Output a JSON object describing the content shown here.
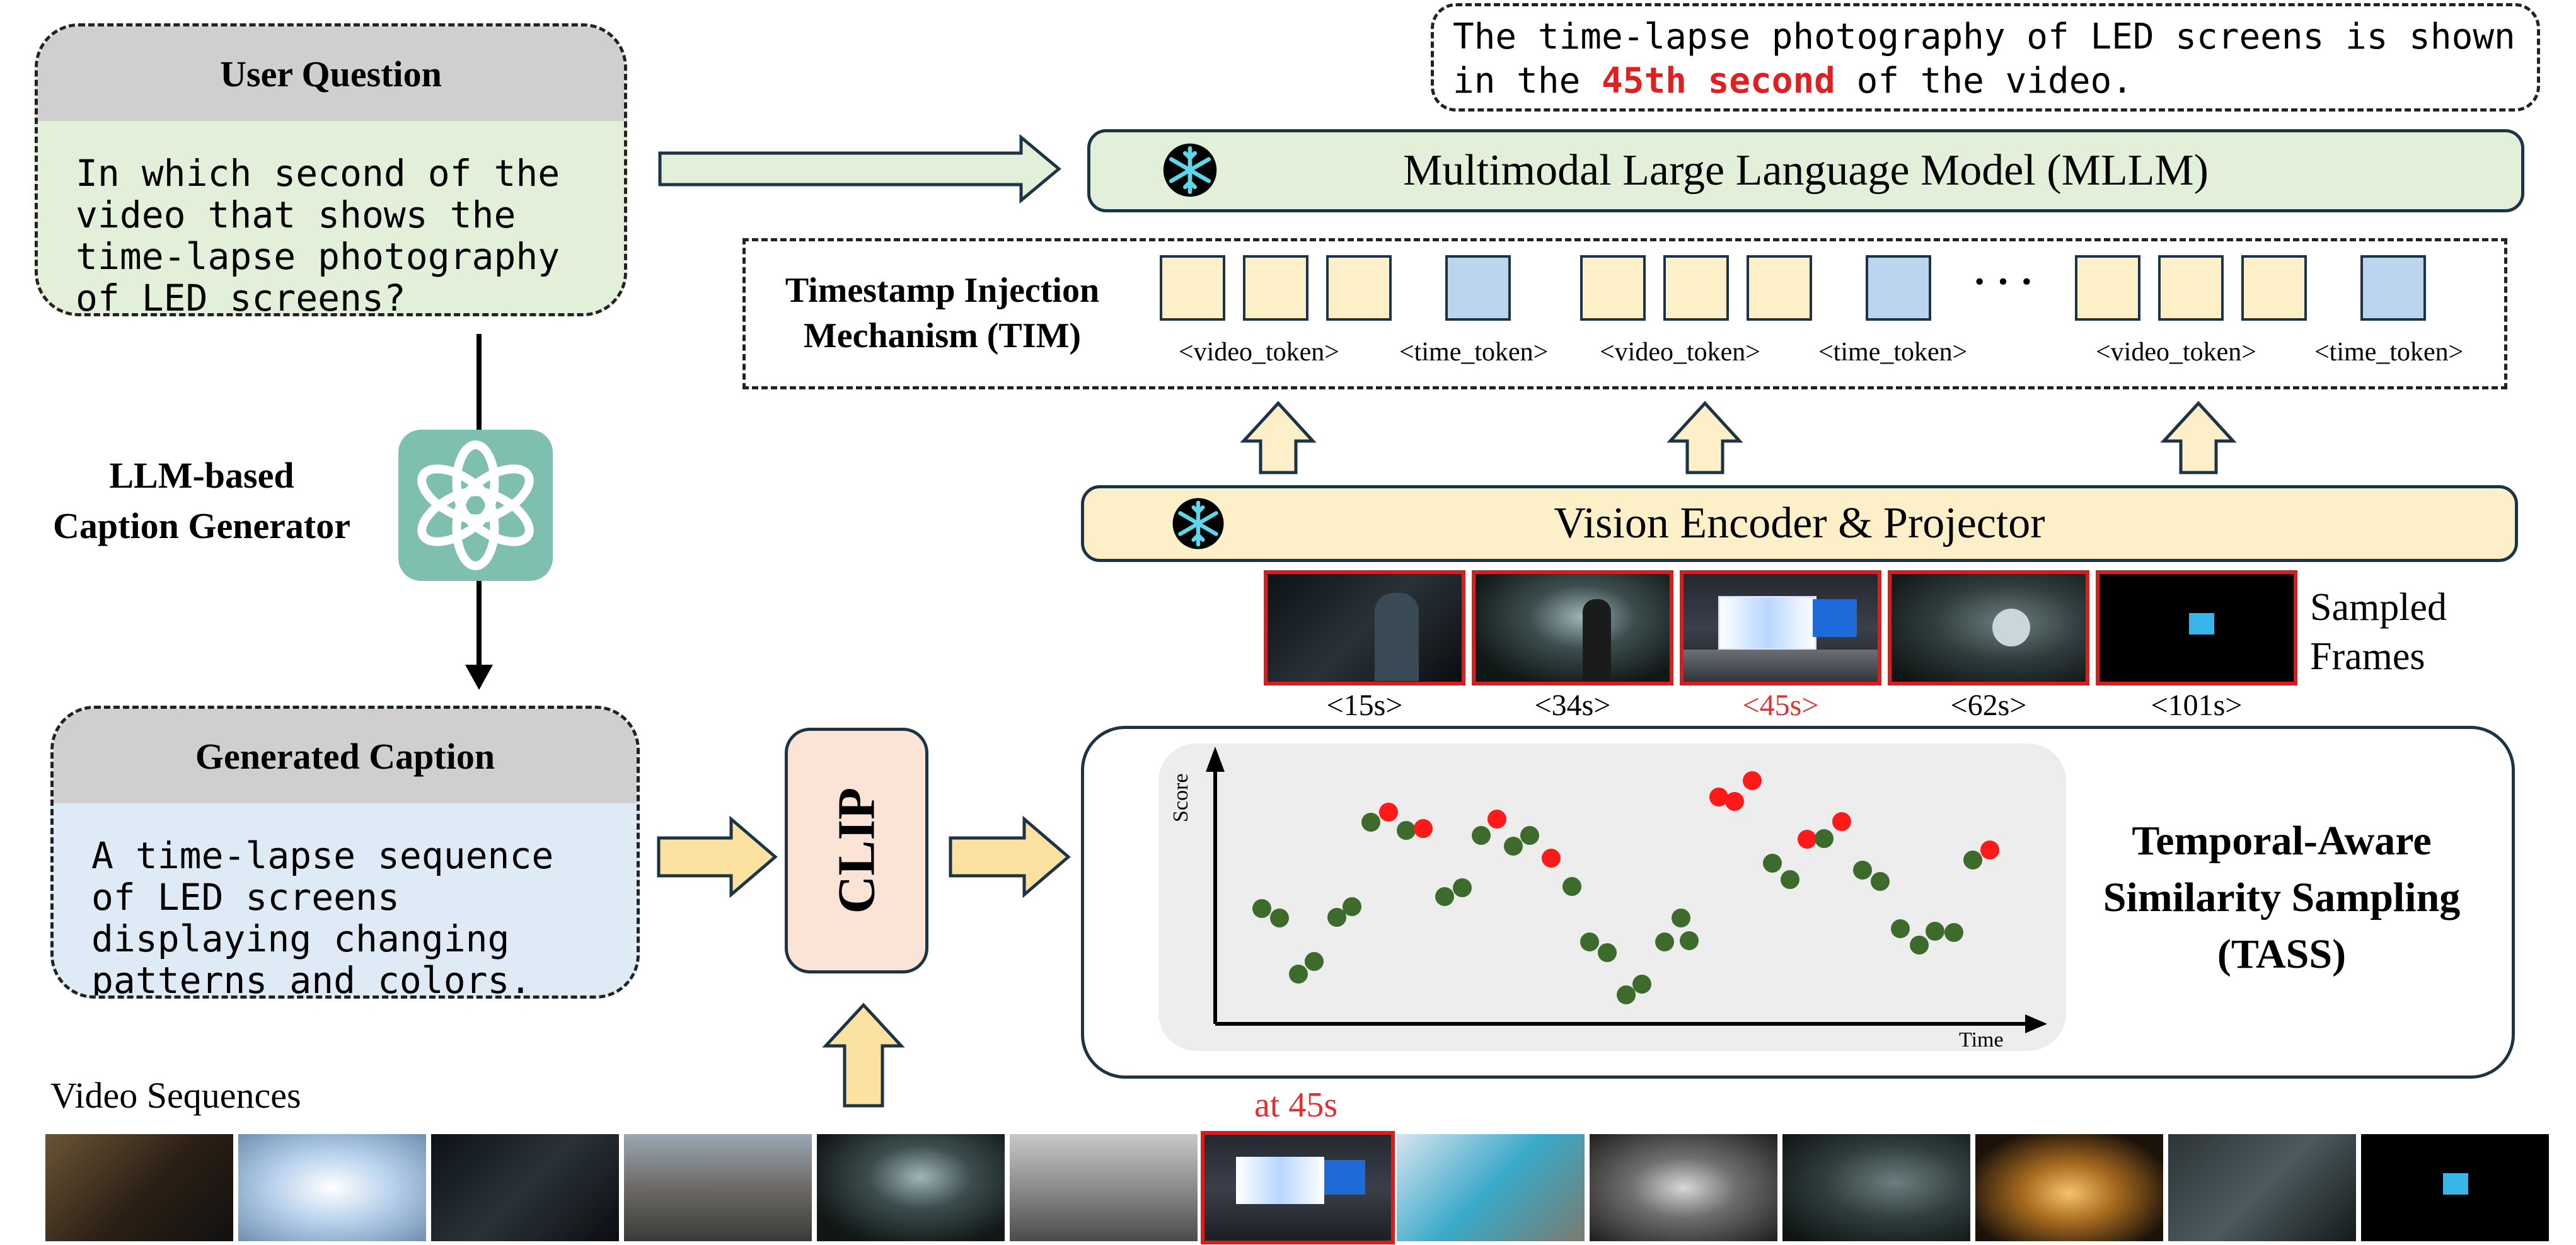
{
  "user_question": {
    "title": "User Question",
    "text": "In which second of the video that shows the time-lapse photography of LED screens?"
  },
  "answer": {
    "prefix": "The time-lapse photography of LED screens is shown in the",
    "highlight": "45th second",
    "suffix": "of the video."
  },
  "mllm": {
    "label": "Multimodal Large Language Model (MLLM)"
  },
  "tim": {
    "label_line1": "Timestamp Injection",
    "label_line2": "Mechanism (TIM)",
    "ellipsis": "· · ·",
    "token_labels": [
      "<video_token>",
      "<time_token>",
      "<video_token>",
      "<time_token>",
      "<video_token>",
      "<time_token>"
    ]
  },
  "caption_generator": {
    "line1": "LLM-based",
    "line2": "Caption Generator"
  },
  "vision_encoder": {
    "label": "Vision Encoder &  Projector"
  },
  "sampled_frames": {
    "label_line1": "Sampled",
    "label_line2": "Frames",
    "timestamps": [
      "<15s>",
      "<34s>",
      "<45s>",
      "<62s>",
      "<101s>"
    ]
  },
  "generated_caption": {
    "title": "Generated Caption",
    "text": "A time-lapse sequence of LED screens displaying changing patterns and colors."
  },
  "clip": {
    "label": "CLIP"
  },
  "tass": {
    "line1": "Temporal-Aware",
    "line2": "Similarity Sampling",
    "line3": "(TASS)",
    "y_axis": "Score",
    "x_axis": "Time"
  },
  "video_sequences": {
    "label": "Video Sequences",
    "marker": "at 45s"
  },
  "colors": {
    "green_fill": "#e2efd9",
    "blue_fill": "#deeaf6",
    "yellow_fill": "#fdf0c9",
    "clip_fill": "#fbe4d5",
    "highlight_red": "#e03030",
    "dot_green": "#3d6b2c",
    "dot_red": "#ff1a1a"
  }
}
